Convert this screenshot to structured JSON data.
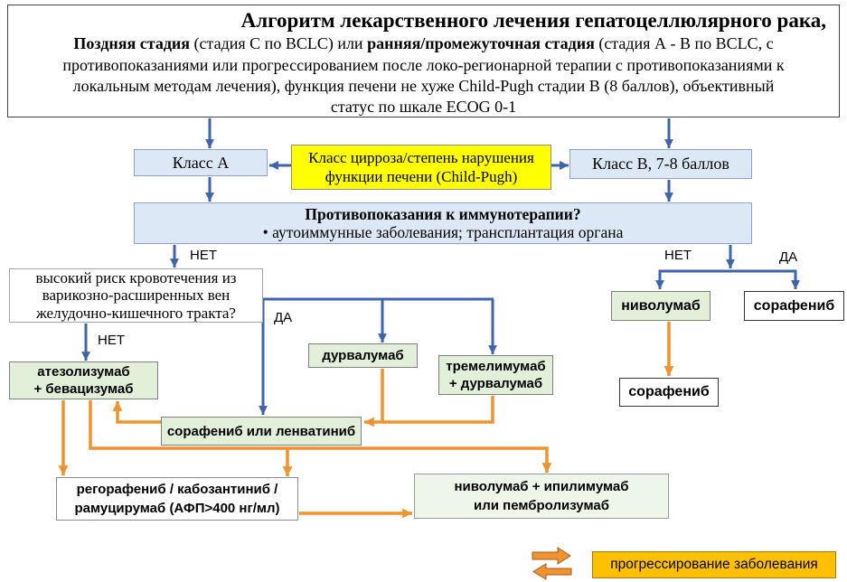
{
  "colors": {
    "blue": "#3f63ad",
    "orange": "#f0932e",
    "light_blue": "#dce8f5",
    "green": "#e2efd9",
    "pale_green": "#eef6ea",
    "yellow": "#ffff00",
    "legend_orange": "#ffc000"
  },
  "title": {
    "heading": "Алгоритм лекарственного лечения гепатоцеллюлярного рака,",
    "line2_part1": "Поздняя стадия",
    "line2_part2": " (стадия С по BCLC) или ",
    "line2_part3": "ранняя/промежуточная стадия",
    "line2_part4": " (стадия А - В по BCLC, с",
    "line3": "противопоказаниями или прогрессированием после локо-регионарной терапии с противопоказаниями к",
    "line4": "локальным методам лечения), функция печени не хуже Child-Pugh стадии В (8 баллов), объективный",
    "line5": "статус по шкале ECOG 0-1"
  },
  "nodes": {
    "class_a": "Класс А",
    "child_pugh": {
      "line1": "Класс цирроза/степень нарушения",
      "line2": "функции печени (Child-Pugh)"
    },
    "class_b": "Класс В, 7-8 баллов",
    "contraindications": {
      "question": "Противопоказания к иммунотерапии?",
      "detail": "• аутоиммунные заболевания; трансплантация органа"
    },
    "bleeding_risk": {
      "line1": "высокий риск кровотечения из",
      "line2": "варикозно-расширенных вен",
      "line3": "желудочно-кишечного тракта?"
    },
    "atezolizumab_bevacizumab": {
      "line1": "атезолизумаб",
      "line2": "+ бевацизумаб"
    },
    "durvalumab": "дурвалумаб",
    "tremelimumab_durvalumab": {
      "line1": "тремелимумаб",
      "line2": "+ дурвалумаб"
    },
    "sorafenib_lenvatinib": "сорафениб или ленватиниб",
    "second_line": {
      "line1": "регорафениб / кабозантиниб /",
      "line2": "рамуцирумаб (АФП>400 нг/мл)"
    },
    "nivolumab_ipilimumab": {
      "line1": "ниволумаб + ипилимумаб",
      "line2": "или пембролизумаб"
    },
    "nivolumab": "ниволумаб",
    "sorafenib_yes": "сорафениб",
    "sorafenib_after_nivolumab": "сорафениб"
  },
  "edge_labels": {
    "immuno_no_left": "НЕТ",
    "immuno_no_right": "НЕТ",
    "immuno_yes_right": "ДА",
    "bleeding_no": "НЕТ",
    "bleeding_yes": "ДА"
  },
  "legend": {
    "icon": "progression-arrows-icon",
    "progression": "прогрессирование заболевания"
  }
}
